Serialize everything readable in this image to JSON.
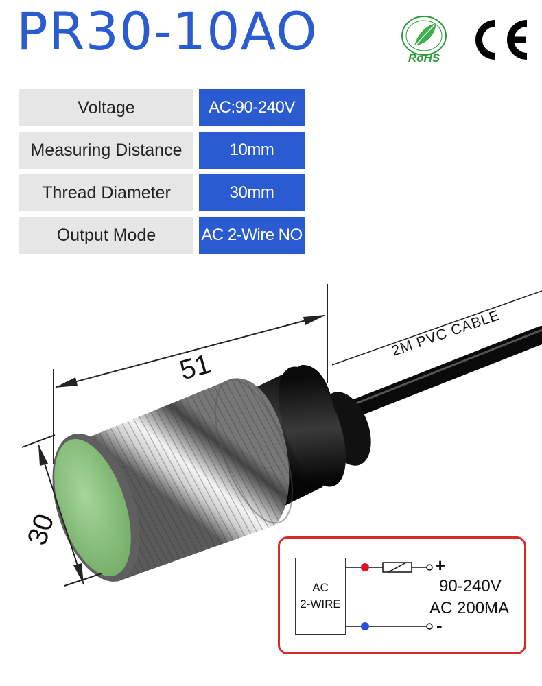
{
  "product": {
    "title": "PR30-10AO"
  },
  "certifications": {
    "rohs_label": "RoHS",
    "ce_label": "CE"
  },
  "specs": [
    {
      "label": "Voltage",
      "value": "AC:90-240V"
    },
    {
      "label": "Measuring Distance",
      "value": "10mm"
    },
    {
      "label": "Thread Diameter",
      "value": "30mm"
    },
    {
      "label": "Output Mode",
      "value": "AC 2-Wire NO"
    }
  ],
  "dimensions": {
    "length": "51",
    "diameter": "30",
    "cable": "2M PVC CABLE"
  },
  "wiring": {
    "box_line1": "AC",
    "box_line2": "2-WIRE",
    "plus": "+",
    "minus": "-",
    "voltage": "90-240V",
    "current": "AC 200MA",
    "positive_color": "#e0141e",
    "negative_color": "#2a4fe0"
  },
  "colors": {
    "accent": "#2a5bd0",
    "label_bg": "#e6e6e6",
    "border_red": "#d92a2a",
    "sensor_face": "#8cc47f"
  }
}
